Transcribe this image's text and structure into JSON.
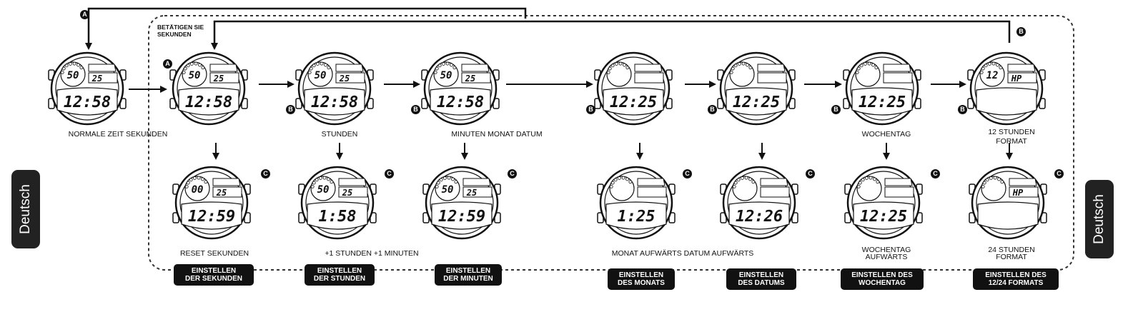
{
  "side_tab_label": "Deutsch",
  "header_note": "BETÄTIGEN SIE\nSEKUNDEN",
  "buttons": {
    "a": "A",
    "b": "B",
    "c": "C"
  },
  "top_row_labels": [
    "NORMALE ZEIT SEKUNDEN",
    "STUNDEN",
    "MINUTEN MONAT DATUM",
    "WOCHENTAG",
    "12 STUNDEN\nFORMAT"
  ],
  "bottom_row_labels": [
    "RESET SEKUNDEN",
    "+1 STUNDEN +1 MINUTEN",
    "MONAT AUFWÄRTS DATUM AUFWÄRTS",
    "WOCHENTAG\nAUFWÄRTS",
    "24 STUNDEN\nFORMAT"
  ],
  "setting_tabs": [
    "EINSTELLEN\nDER SEKUNDEN",
    "EINSTELLEN\nDER STUNDEN",
    "EINSTELLEN\nDER MINUTEN",
    "EINSTELLEN\nDES MONATS",
    "EINSTELLEN\nDES DATUMS",
    "EINSTELLEN DES\nWOCHENTAG",
    "EINSTELLEN DES\n12/24 FORMATS"
  ],
  "top_watches": [
    {
      "dial": "50",
      "date": "25",
      "time": "12:58"
    },
    {
      "dial": "50",
      "date": "25",
      "time": "12:58"
    },
    {
      "dial": "50",
      "date": "25",
      "time": "12:58"
    },
    {
      "dial": "50",
      "date": "25",
      "time": "12:58"
    },
    {
      "dial": "",
      "date": "",
      "time": "12:25"
    },
    {
      "dial": "",
      "date": "",
      "time": "12:25"
    },
    {
      "dial": "",
      "date": "",
      "time": "12:25"
    },
    {
      "dial": "12",
      "date": "HP",
      "time": ""
    }
  ],
  "bottom_watches": [
    {
      "dial": "00",
      "date": "25",
      "time": "12:59"
    },
    {
      "dial": "50",
      "date": "25",
      "time": "1:58"
    },
    {
      "dial": "50",
      "date": "25",
      "time": "12:59"
    },
    {
      "dial": "",
      "date": "",
      "time": "1:25"
    },
    {
      "dial": "",
      "date": "",
      "time": "12:26"
    },
    {
      "dial": "",
      "date": "",
      "time": "12:25"
    },
    {
      "dial": "",
      "date": "HP",
      "time": ""
    }
  ]
}
